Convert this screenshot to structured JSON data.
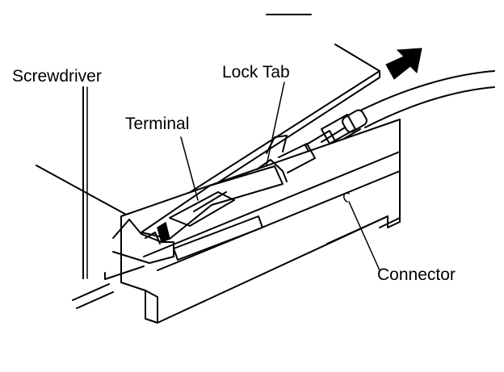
{
  "labels": {
    "screwdriver": "Screwdriver",
    "lock_tab": "Lock Tab",
    "terminal": "Terminal",
    "connector": "Connector"
  },
  "icons": {
    "direction_arrow": "arrow-up-right-icon"
  }
}
